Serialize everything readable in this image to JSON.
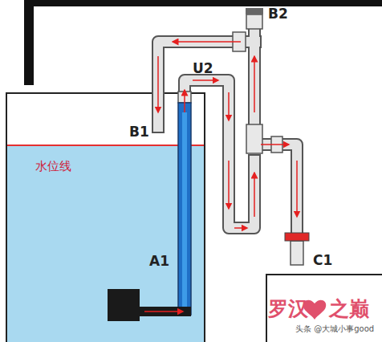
{
  "diagram": {
    "labels": [
      "B2",
      "U2",
      "B1",
      "水位线",
      "A1",
      "C1",
      "罗汉",
      "之巅",
      "头条 @大城小事good"
    ]
  }
}
